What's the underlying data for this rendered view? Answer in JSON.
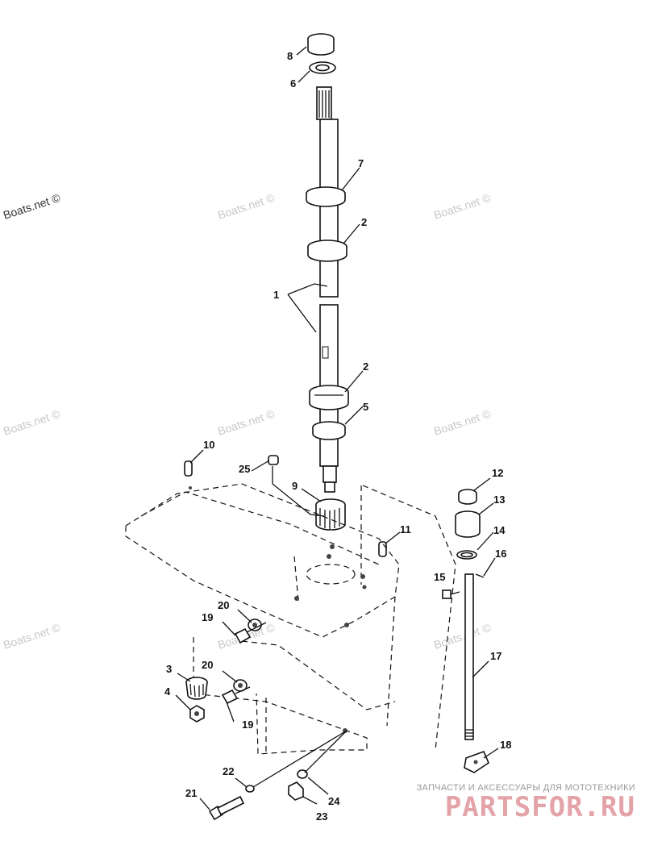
{
  "watermark": "Boats.net ©",
  "footer": {
    "subtitle": "ЗАПЧАСТИ И АКСЕССУАРЫ ДЛЯ МОТОТЕХНИКИ",
    "logo": "PARTSFOR.RU"
  },
  "callouts": [
    "1",
    "2",
    "2",
    "3",
    "4",
    "5",
    "6",
    "7",
    "8",
    "9",
    "10",
    "11",
    "12",
    "13",
    "14",
    "15",
    "16",
    "17",
    "18",
    "19",
    "19",
    "20",
    "20",
    "21",
    "22",
    "23",
    "24",
    "25"
  ]
}
